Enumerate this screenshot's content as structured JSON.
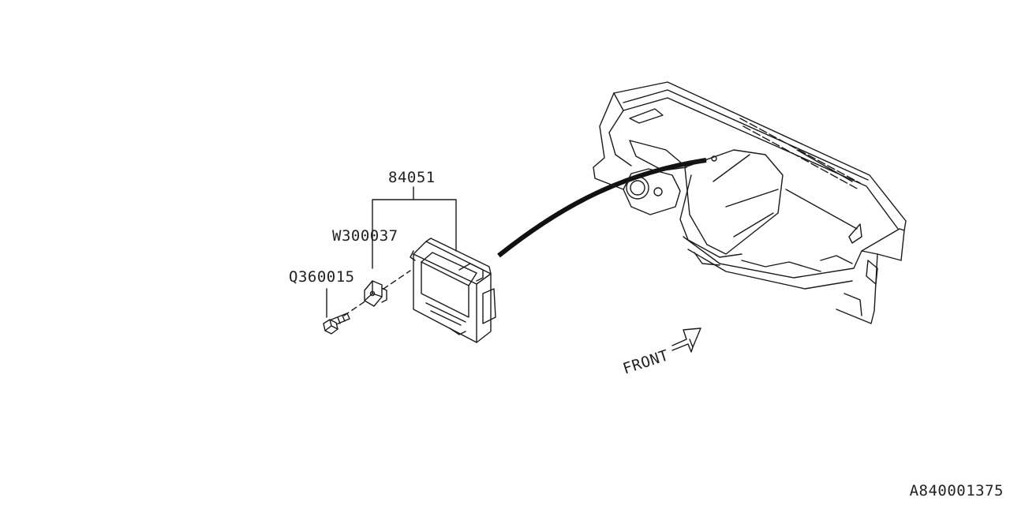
{
  "parts": {
    "module": "84051",
    "clip": "W300037",
    "bolt": "Q360015"
  },
  "direction": "FRONT",
  "diagram_id": "A840001375"
}
